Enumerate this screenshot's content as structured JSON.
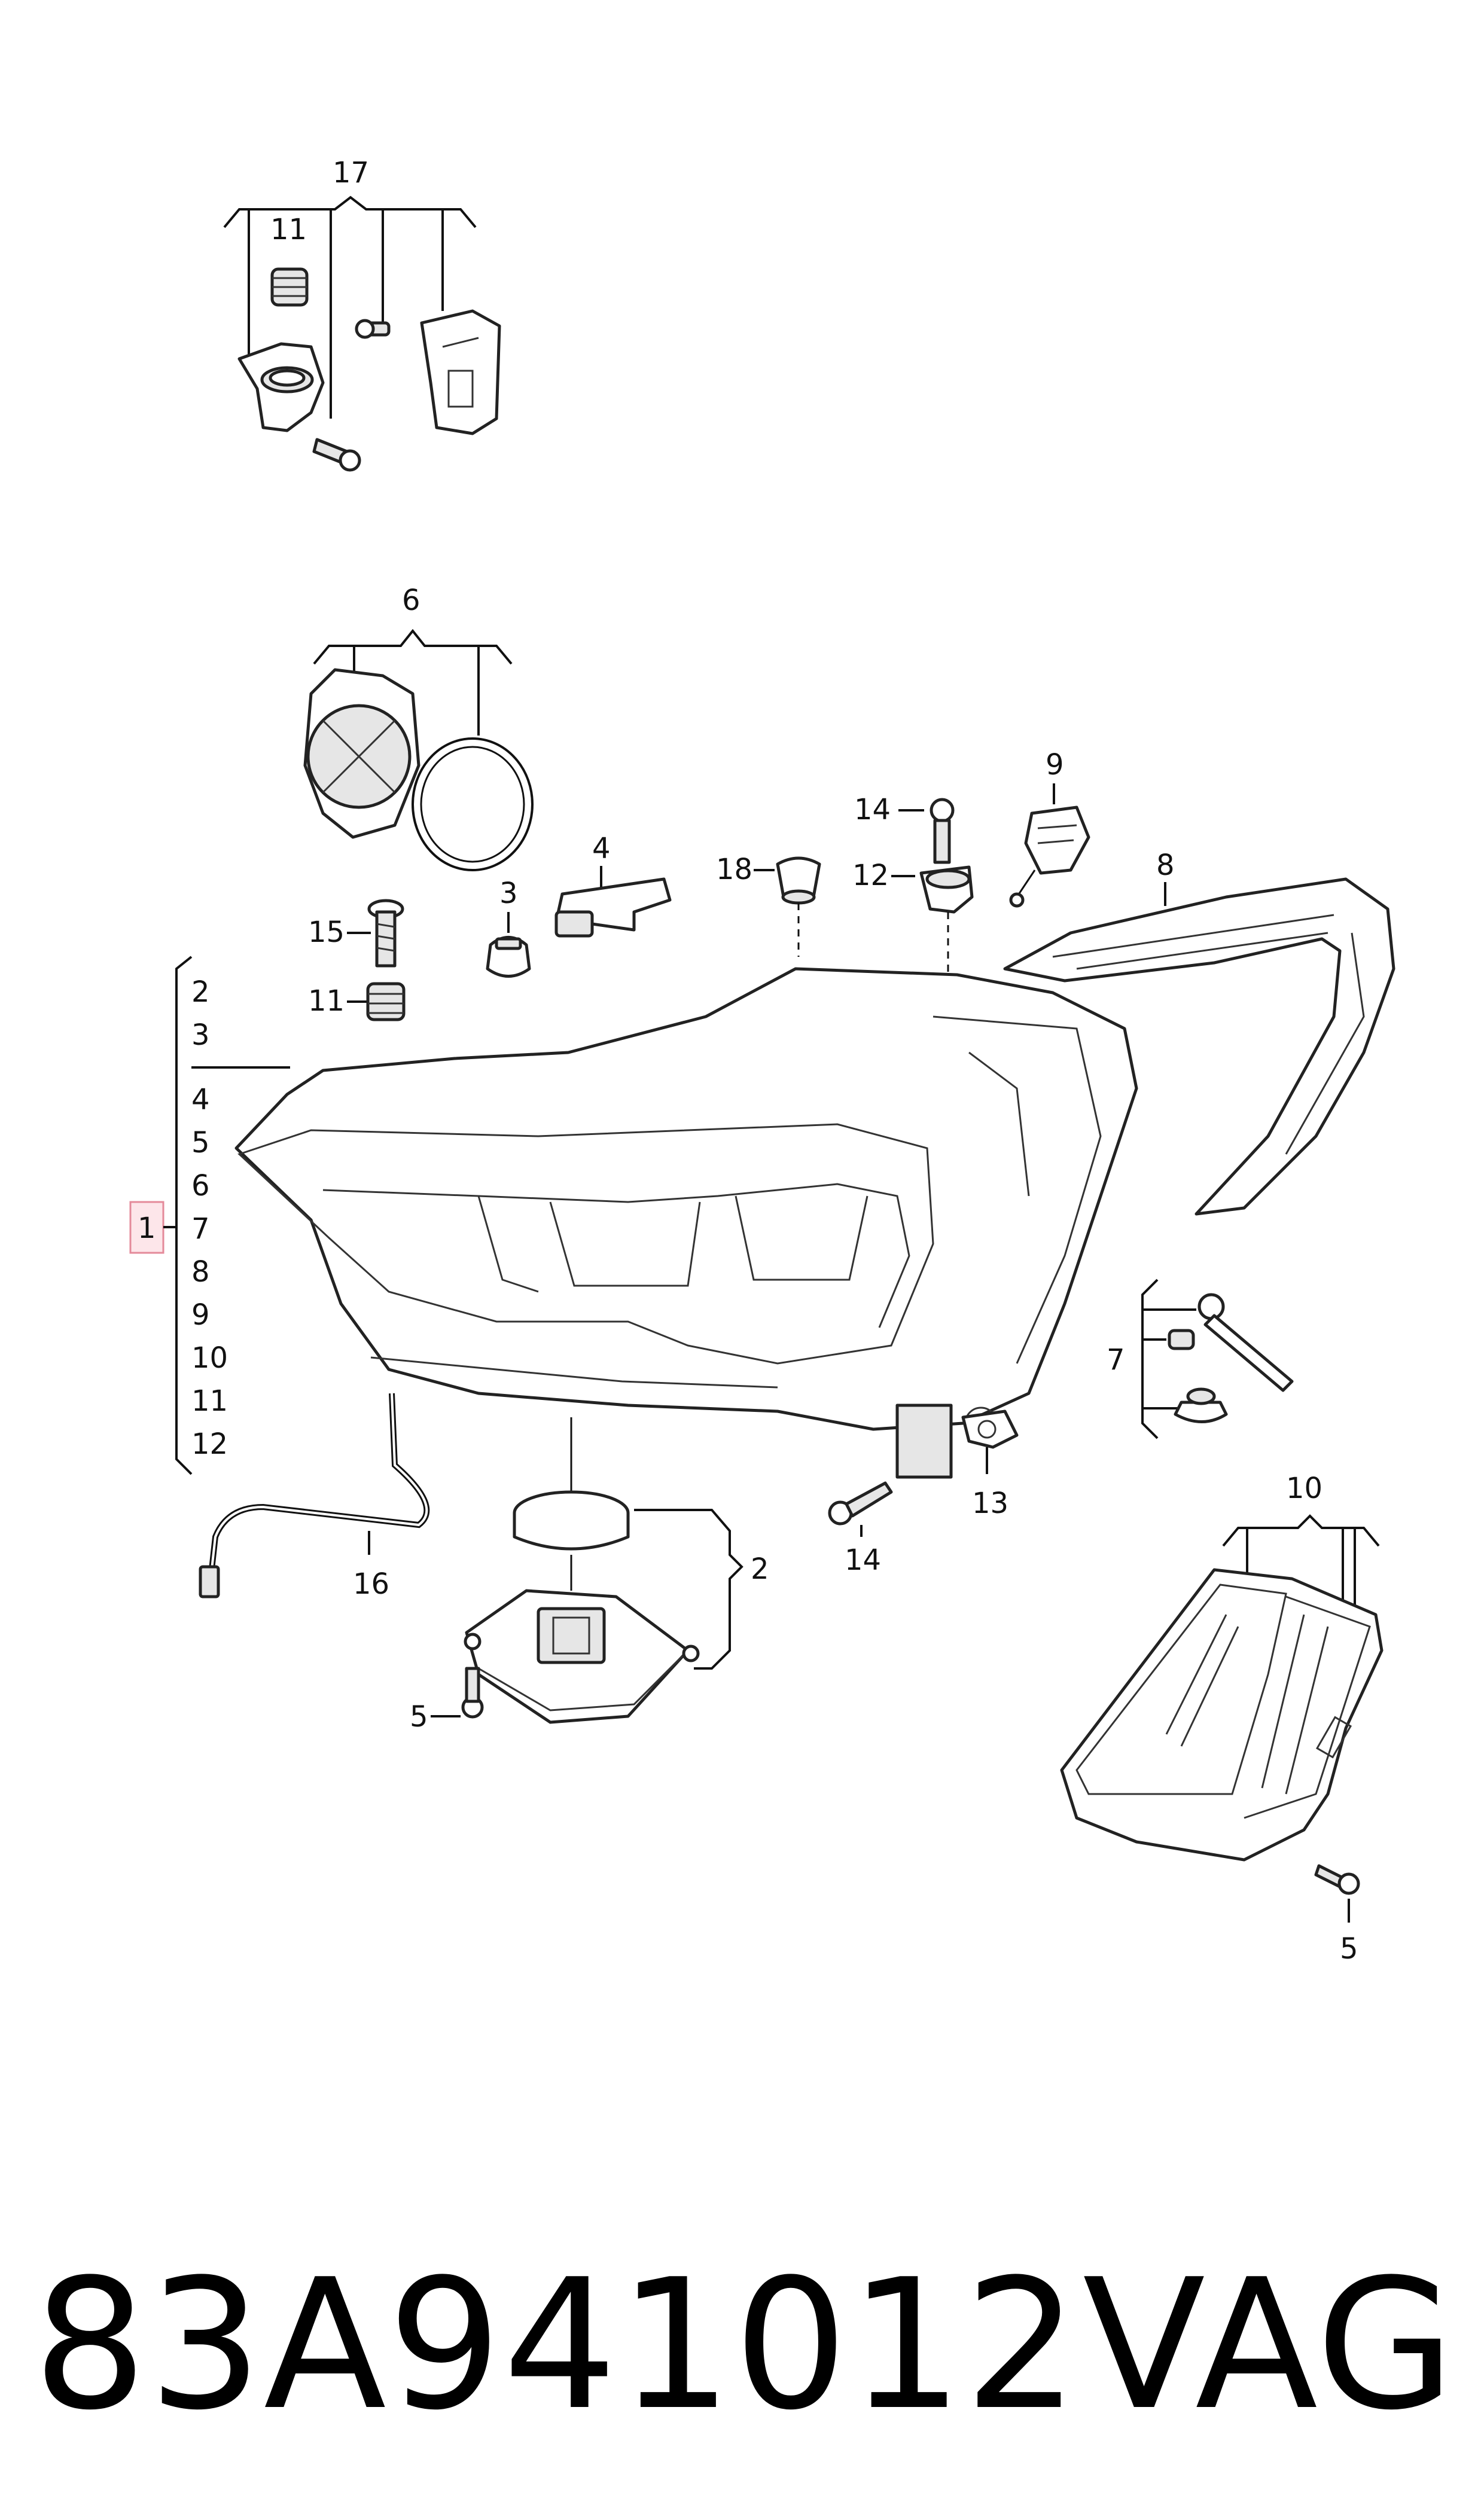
{
  "diagram": {
    "labels": {
      "l17": "17",
      "l11a": "11",
      "l6": "6",
      "l9": "9",
      "l14a": "14",
      "l12a": "12",
      "l18": "18",
      "l4": "4",
      "l8": "8",
      "l3": "3",
      "l15": "15",
      "l11b": "11",
      "l7side": "7",
      "l13": "13",
      "l14b": "14",
      "l16": "16",
      "l2side": "2",
      "l5a": "5",
      "l10": "10",
      "l5b": "5"
    },
    "assembly_list": {
      "main": "1",
      "items": [
        "2",
        "3",
        "4",
        "5",
        "6",
        "7",
        "8",
        "9",
        "10",
        "11",
        "12"
      ]
    }
  },
  "footer": {
    "part_number": "83A941012",
    "brand": "VAG"
  }
}
